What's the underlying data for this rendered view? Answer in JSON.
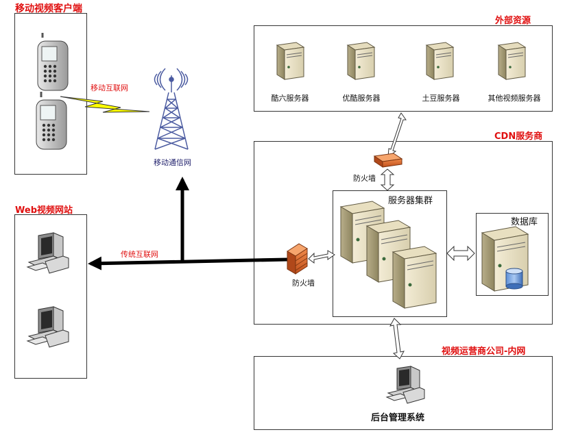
{
  "mobile_client": {
    "title": "移动视频客户端",
    "network_label": "移动互联网"
  },
  "tower": {
    "label": "移动通信网"
  },
  "web_site": {
    "title": "Web视频网站",
    "network_label": "传统互联网"
  },
  "external": {
    "title": "外部资源",
    "servers": [
      "酷六服务器",
      "优酷服务器",
      "土豆服务器",
      "其他视频服务器"
    ]
  },
  "cdn": {
    "title": "CDN服务商",
    "firewall_top": "防火墙",
    "firewall_left": "防火墙",
    "cluster_title": "服务器集群",
    "database_title": "数据库"
  },
  "internal": {
    "title": "视频运营商公司-内网",
    "system_label": "后台管理系统"
  }
}
